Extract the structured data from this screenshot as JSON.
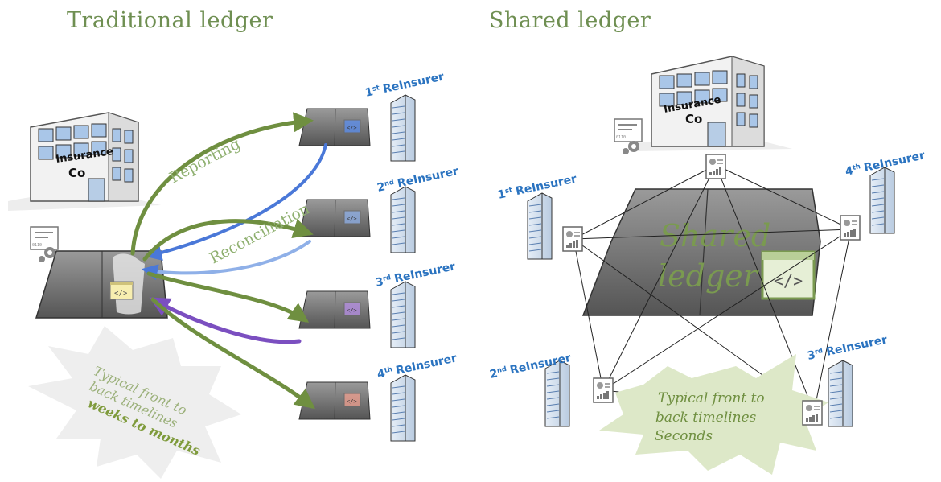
{
  "titles": {
    "left": "Traditional ledger",
    "right": "Shared ledger"
  },
  "left_panel": {
    "insurer": {
      "line1": "Insurance",
      "line2": "Co"
    },
    "flows": {
      "reporting": "Reporting",
      "reconciliation": "Reconciliation"
    },
    "reinsurers": [
      {
        "ordinal": "1",
        "suffix": "st",
        "label": "ReInsurer",
        "accent": "#5b8ff0"
      },
      {
        "ordinal": "2",
        "suffix": "nd",
        "label": "ReInsurer",
        "accent": "#8fb0e8"
      },
      {
        "ordinal": "3",
        "suffix": "rd",
        "label": "ReInsurer",
        "accent": "#b78fe6"
      },
      {
        "ordinal": "4",
        "suffix": "th",
        "label": "ReInsurer",
        "accent": "#f0a090"
      }
    ],
    "burst": {
      "line1": "Typical front to",
      "line2": "back timelines",
      "line3": "weeks to months"
    }
  },
  "right_panel": {
    "insurer": {
      "line1": "Insurance",
      "line2": "Co"
    },
    "ledger_text": {
      "line1": "Shared",
      "line2": "ledger"
    },
    "reinsurers": [
      {
        "ordinal": "1",
        "suffix": "st",
        "label": "ReInsurer"
      },
      {
        "ordinal": "2",
        "suffix": "nd",
        "label": "ReInsurer"
      },
      {
        "ordinal": "3",
        "suffix": "rd",
        "label": "ReInsurer"
      },
      {
        "ordinal": "4",
        "suffix": "th",
        "label": "ReInsurer"
      }
    ],
    "burst": {
      "line1": "Typical front to",
      "line2": "back timelines",
      "line3": "Seconds"
    }
  },
  "icons": {
    "code": "code-window-icon",
    "report": "report-document-icon",
    "settings": "data-gear-icon"
  },
  "colors": {
    "title": "#6f8f52",
    "reporting_arrow": "#6f8f40",
    "reconciliation_arrow_1": "#4a78d8",
    "reconciliation_arrow_3": "#7b4fc0",
    "reinsurer_label": "#2a73c0",
    "burst_left_fill": "#eeeeee",
    "burst_right_fill": "#dde8c8",
    "burst_left_emphasis": "#7f9b3c",
    "burst_right_emphasis": "#6f8f40"
  }
}
